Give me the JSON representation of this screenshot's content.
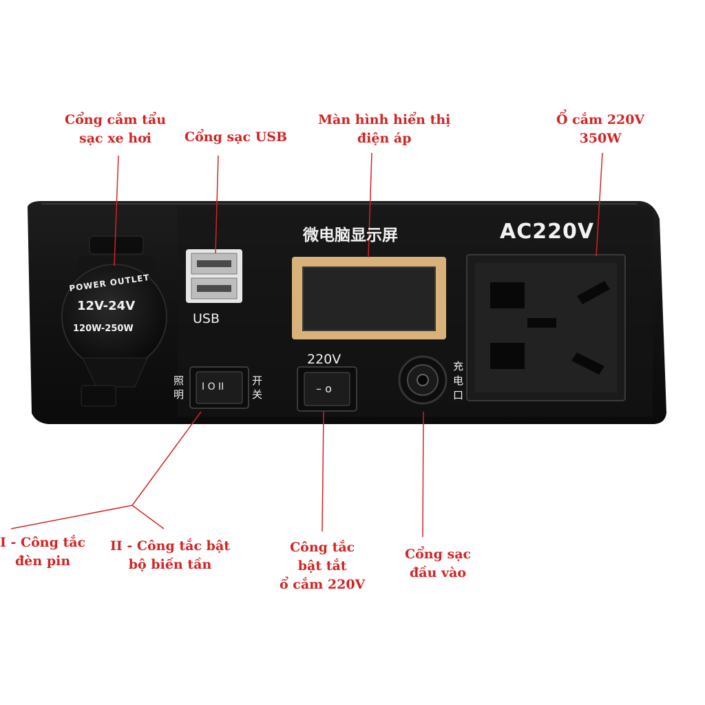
{
  "callouts": {
    "car_outlet": {
      "line1": "Cổng cắm tẩu",
      "line2": "sạc xe hơi"
    },
    "usb_port": {
      "line1": "Cổng sạc USB"
    },
    "display": {
      "line1": "Màn hình hiển thị",
      "line2": "điện áp"
    },
    "ac_socket": {
      "line1": "Ổ cắm 220V",
      "line2": "350W"
    },
    "switch_light": {
      "line1": "I - Công tắc",
      "line2": "đèn pin"
    },
    "switch_inverter": {
      "line1": "II - Công tắc bật",
      "line2": "bộ biến tần"
    },
    "switch_socket": {
      "line1": "Công tắc",
      "line2": "bật tắt",
      "line3": "ổ cắm 220V"
    },
    "charge_input": {
      "line1": "Cổng sạc",
      "line2": "đầu vào"
    }
  },
  "panel": {
    "outlet_cap_top": "POWER OUTLET",
    "outlet_voltage": "12V-24V",
    "outlet_power": "120W-250W",
    "usb_label": "USB",
    "display_title": "微电脑显示屏",
    "ac_label": "AC220V",
    "light_label_left": "照明",
    "light_label_right": "开关",
    "light_switch_face": "I O II",
    "socket_switch_label": "220V",
    "socket_switch_face": "– o",
    "charge_port_label": "充电口"
  },
  "colors": {
    "annotation": "#d42323",
    "panel": "#141414",
    "lcd_frame": "#d9b27a",
    "lcd_screen": "#242424"
  }
}
